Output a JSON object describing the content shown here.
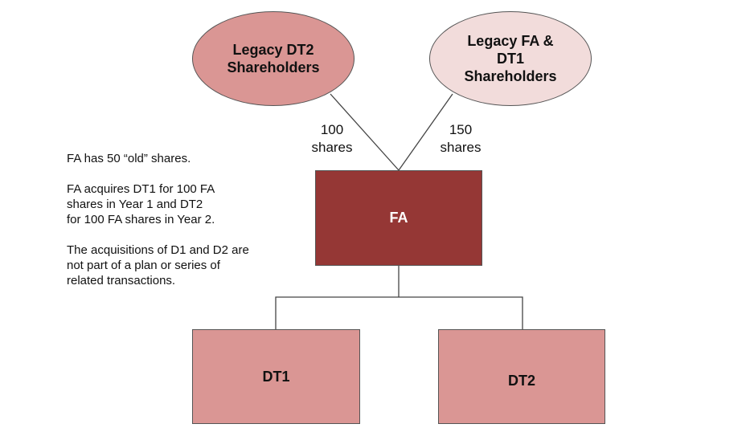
{
  "nodes": {
    "legacy_dt2": "Legacy DT2 Shareholders",
    "legacy_fa_dt1": "Legacy FA & DT1 Shareholders",
    "fa": "FA",
    "dt1": "DT1",
    "dt2": "DT2"
  },
  "edges": {
    "dt2_to_fa": {
      "count": "100",
      "unit": "shares"
    },
    "fa_dt1_to_fa": {
      "count": "150",
      "unit": "shares"
    }
  },
  "notes": [
    "FA has 50 “old” shares.",
    "FA acquires DT1 for 100 FA shares in Year 1 and DT2 for 100 FA shares in Year 2.",
    "The acquisitions of D1 and D2 are not part of a plan or series of related transactions."
  ],
  "colors": {
    "legacy_dt2": "#da9694",
    "legacy_fa_dt1": "#f2dcdb",
    "fa": "#953735",
    "subs": "#da9694"
  }
}
